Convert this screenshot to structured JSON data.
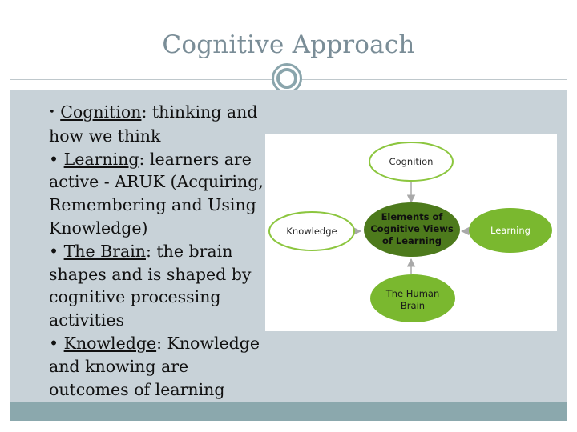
{
  "slide": {
    "title": "Cognitive Approach"
  },
  "bullets": [
    {
      "marker": "•",
      "term": "Cognition",
      "lines": [
        ": thinking and",
        "how we think"
      ]
    },
    {
      "marker": "•",
      "term": "Learning",
      "lines": [
        ": learners are",
        "active - ARUK (Acquiring,",
        "Remembering and Using",
        "Knowledge)"
      ]
    },
    {
      "marker": "•",
      "term": "The Brain",
      "lines": [
        ": the brain",
        "shapes and is shaped by",
        "cognitive processing",
        "activities"
      ]
    },
    {
      "marker": "•",
      "term": "Knowledge",
      "lines": [
        ": Knowledge",
        "and knowing are",
        "outcomes of learning"
      ]
    }
  ],
  "diagram": {
    "center": [
      "Elements of",
      "Cognitive Views",
      "of Learning"
    ],
    "top": [
      "Cognition"
    ],
    "left": [
      "Knowledge"
    ],
    "right": [
      "Learning"
    ],
    "bottom": [
      "The Human",
      "Brain"
    ],
    "colors": {
      "outline_green": "#8cc63f",
      "fill_green": "#7ab82f",
      "center_fill": "#4d7a1c",
      "arrow": "#a9a9a9"
    }
  }
}
